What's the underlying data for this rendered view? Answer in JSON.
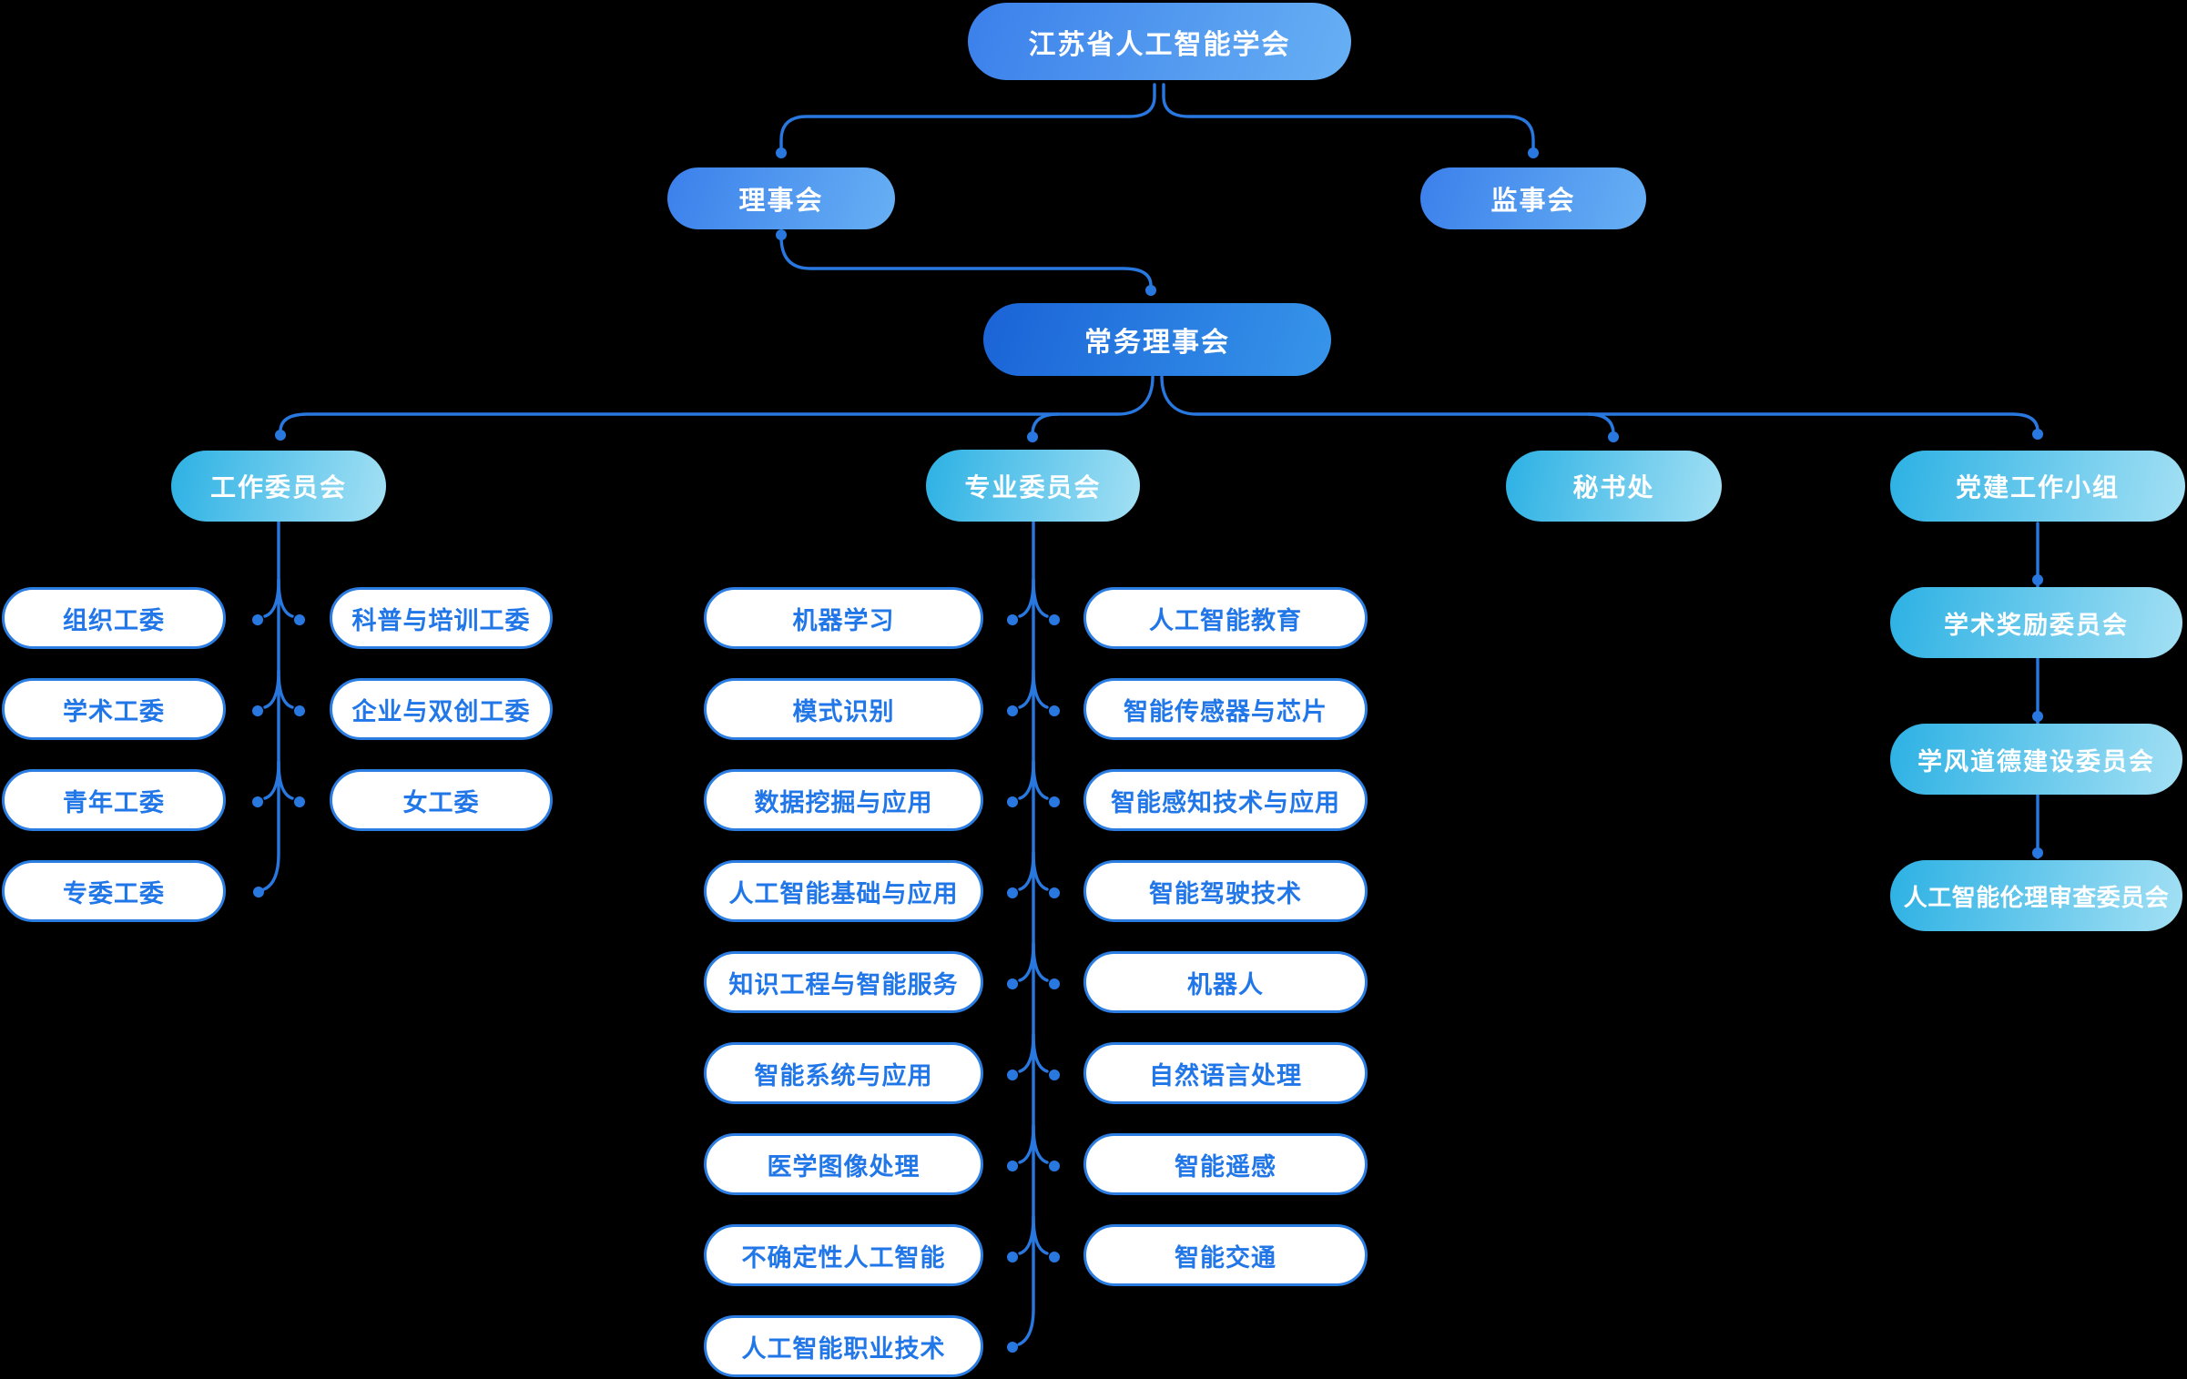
{
  "chart": {
    "root": {
      "label": "江苏省人工智能学会"
    },
    "level2": [
      {
        "label": "理事会"
      },
      {
        "label": "监事会"
      }
    ],
    "level3": {
      "label": "常务理事会"
    },
    "branches": {
      "work": {
        "label": "工作委员会",
        "left": [
          "组织工委",
          "学术工委",
          "青年工委",
          "专委工委"
        ],
        "right": [
          "科普与培训工委",
          "企业与双创工委",
          "女工委"
        ]
      },
      "special": {
        "label": "专业委员会",
        "left": [
          "机器学习",
          "模式识别",
          "数据挖掘与应用",
          "人工智能基础与应用",
          "知识工程与智能服务",
          "智能系统与应用",
          "医学图像处理",
          "不确定性人工智能",
          "人工智能职业技术"
        ],
        "right": [
          "人工智能教育",
          "智能传感器与芯片",
          "智能感知技术与应用",
          "智能驾驶技术",
          "机器人",
          "自然语言处理",
          "智能遥感",
          "智能交通"
        ]
      },
      "secretariat": {
        "label": "秘书处"
      },
      "party": {
        "label": "党建工作小组",
        "chain": [
          "学术奖励委员会",
          "学风道德建设委员会",
          "人工智能伦理审查委员会"
        ]
      }
    },
    "colors": {
      "background": "#000000",
      "wire": "#2878e0",
      "node_blue_gradient": [
        "#3b80eb",
        "#67b0f4"
      ],
      "node_dark_gradient": [
        "#1a63d7",
        "#3795ea"
      ],
      "node_cyan_gradient": [
        "#2cb1e4",
        "#a3e0f4"
      ],
      "leaf_border": "#2b7de2",
      "leaf_text": "#2176e8",
      "node_text": "#ffffff"
    }
  }
}
